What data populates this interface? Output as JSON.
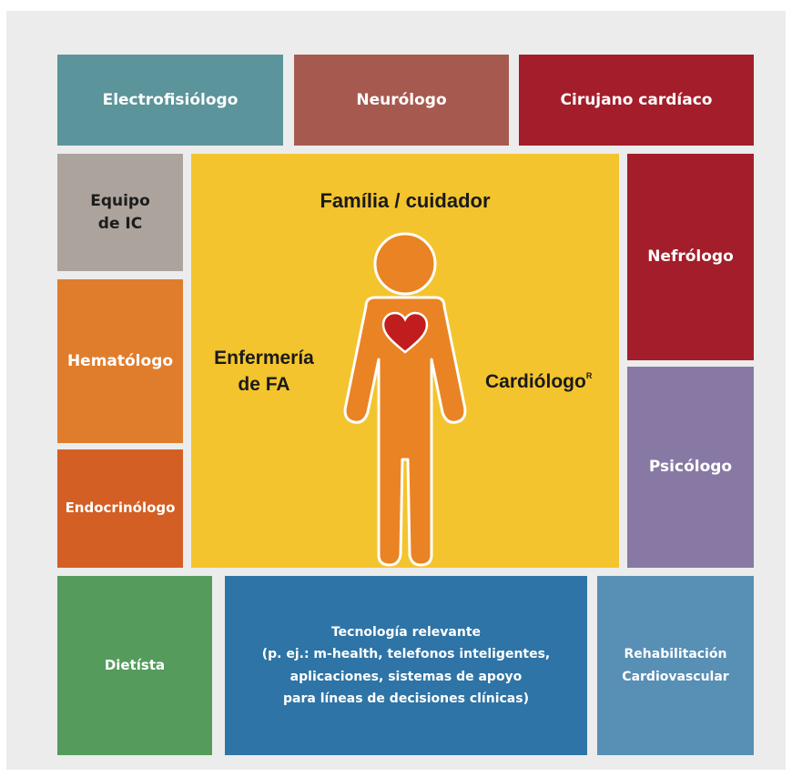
{
  "colors": {
    "electrofisiologo": "#5b949b",
    "neurologo": "#a65a4f",
    "cirujano": "#a31e2a",
    "equipo_ic": "#aba39c",
    "hematologo": "#e07d2c",
    "endocrinologo": "#d35f24",
    "center": "#f3c42e",
    "nefrologo": "#a31e2a",
    "psicologo": "#8779a4",
    "dietista": "#559b5c",
    "tecnologia": "#2e74a6",
    "rehabilitacion": "#588fb5",
    "figure_orange": "#ea8323",
    "heart_red": "#c11d1e"
  },
  "tiles": {
    "electrofisiologo": "Electrofisiólogo",
    "neurologo": "Neurólogo",
    "cirujano": "Cirujano cardíaco",
    "equipo_ic": "Equipo\nde IC",
    "hematologo": "Hematólogo",
    "endocrinologo": "Endocrinólogo",
    "nefrologo": "Nefrólogo",
    "psicologo": "Psicólogo",
    "dietista": "Dietísta",
    "tecnologia": "Tecnología relevante\n(p. ej.: m-health, telefonos inteligentes,\naplicaciones, sistemas de apoyo\npara líneas de decisiones clínicas)",
    "rehabilitacion": "Rehabilitación\nCardiovascular"
  },
  "center": {
    "familia": "Família / cuidador",
    "enfermeria": "Enfermería\nde FA",
    "cardiologo": "Cardiólogo",
    "cardiologo_sup": "R"
  },
  "icons": {
    "person": "person-icon",
    "heart": "heart-icon"
  }
}
